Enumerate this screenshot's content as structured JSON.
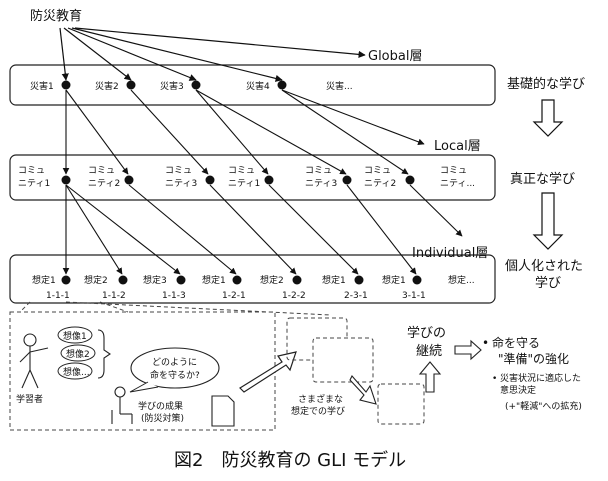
{
  "top_label": "防災教育",
  "layers": {
    "global": "Global層",
    "local": "Local層",
    "individual": "Individual層"
  },
  "global_items": [
    "災害1",
    "災害2",
    "災害3",
    "災害4",
    "災害..."
  ],
  "local_items": [
    [
      "コミュ",
      "ニティ1"
    ],
    [
      "コミュ",
      "ニティ2"
    ],
    [
      "コミュ",
      "ニティ3"
    ],
    [
      "コミュ",
      "ニティ1"
    ],
    [
      "コミュ",
      "ニティ3"
    ],
    [
      "コミュ",
      "ニティ2"
    ],
    [
      "コミュ",
      "ニティ..."
    ]
  ],
  "individual_items": [
    "想定1",
    "想定2",
    "想定3",
    "想定1",
    "想定2",
    "想定1",
    "想定1",
    "想定..."
  ],
  "individual_codes": [
    "1-1-1",
    "1-1-2",
    "1-1-3",
    "1-2-1",
    "1-2-2",
    "2-3-1",
    "3-1-1"
  ],
  "right_flow": [
    "基礎的な学び",
    "真正な学び",
    "個人化された",
    "学び"
  ],
  "bottom": {
    "learner": "学習者",
    "thoughts": [
      "想像1",
      "想像2",
      "想像..."
    ],
    "bubble": [
      "どのように",
      "命を守るか?"
    ],
    "result": [
      "学びの成果",
      "(防災対策)"
    ],
    "scenarios": [
      "さまざまな",
      "想定での学び"
    ],
    "continuity": [
      "学びの",
      "継続"
    ],
    "outcome": [
      "命を守る",
      "\"準備\"の強化"
    ],
    "note": [
      "災害状況に適応した",
      "意思決定",
      "(+\"軽減\"への拡充)"
    ]
  },
  "caption": "図2　防災教育の GLI モデル"
}
